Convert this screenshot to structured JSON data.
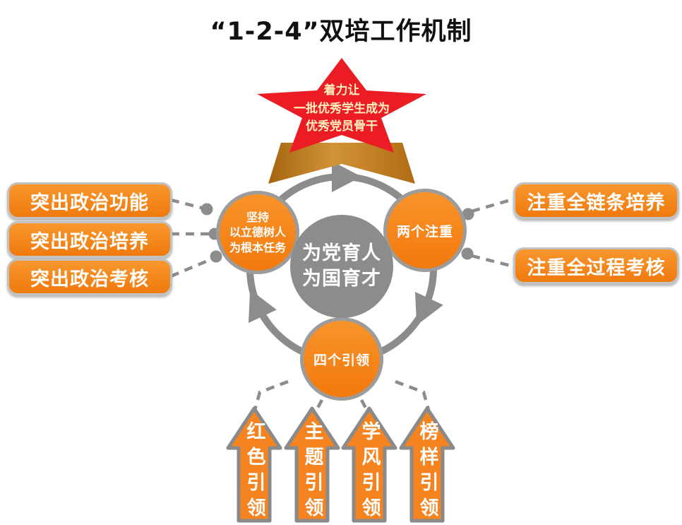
{
  "title": "“1-2-4”双培工作机制",
  "star": {
    "line1": "着力让",
    "line2": "一批优秀学生成为",
    "line3": "优秀党员骨干"
  },
  "cycle": {
    "center_line1": "为党育人",
    "center_line2": "为国育才",
    "left_node": {
      "line1": "坚持",
      "line2": "以立德树人",
      "line3": "为根本任务"
    },
    "right_node": "两个注重",
    "bottom_node": "四个引领"
  },
  "left_boxes": [
    {
      "label": "突出政治功能"
    },
    {
      "label": "突出政治培养"
    },
    {
      "label": "突出政治考核"
    }
  ],
  "right_boxes": [
    {
      "label": "注重全链条培养"
    },
    {
      "label": "注重全过程考核"
    }
  ],
  "bottom_arrows": [
    {
      "label": "红色引领"
    },
    {
      "label": "主题引领"
    },
    {
      "label": "学风引领"
    },
    {
      "label": "榜样引领"
    }
  ],
  "colors": {
    "orange": "#F5831F",
    "red": "#EC1C24",
    "gray": "#8C8C8C",
    "circle_border": "#9C9C9C",
    "banner_bronze": "#C07F22",
    "star_text": "#FFF0BC"
  }
}
